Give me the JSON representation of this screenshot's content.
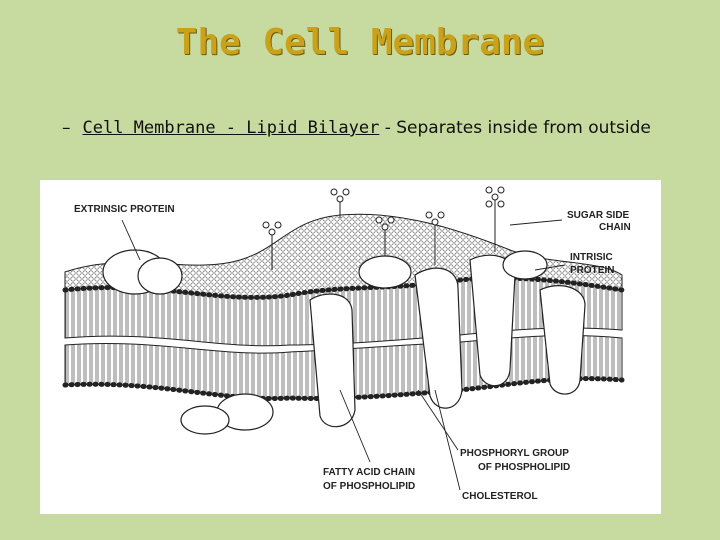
{
  "slide": {
    "title": "The Cell Membrane",
    "bullet": {
      "dash": "–",
      "term": "Cell Membrane - Lipid Bilayer",
      "rest": " - Separates inside from outside"
    }
  },
  "figure": {
    "labels": {
      "extrinsic_protein": "EXTRINSIC PROTEIN",
      "sugar_side_chain_1": "SUGAR SIDE",
      "sugar_side_chain_2": "CHAIN",
      "intrisic_protein_1": "INTRISIC",
      "intrisic_protein_2": "PROTEIN",
      "phosphoryl_group_1": "PHOSPHORYL GROUP",
      "phosphoryl_group_2": "OF PHOSPHOLIPID",
      "fatty_acid_chain_1": "FATTY ACID CHAIN",
      "fatty_acid_chain_2": "OF PHOSPHOLIPID",
      "cholesterol": "CHOLESTEROL"
    }
  }
}
